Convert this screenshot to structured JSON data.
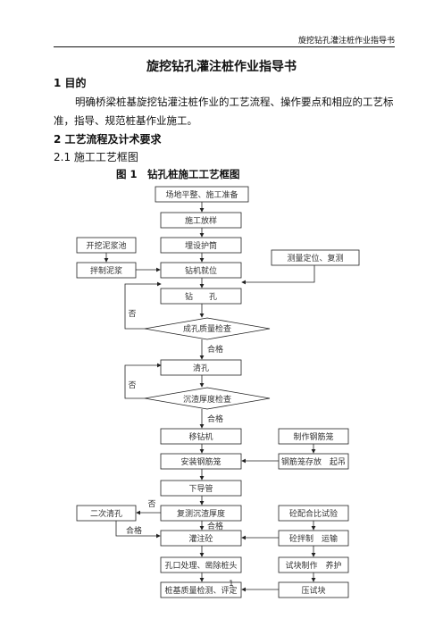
{
  "header": {
    "running_title": "旋挖钻孔灌注桩作业指导书"
  },
  "doc": {
    "title": "旋挖钻孔灌注桩作业指导书",
    "sec1_heading": "1 目的",
    "sec1_body": "明确桥梁桩基旋挖钻灌注桩作业的工艺流程、操作要点和相应的工艺标准，指导、规范桩基作业施工。",
    "sec2_heading": "2 工艺流程及计术要求",
    "sec21_heading": "2.1 施工工艺框图",
    "figure_caption": "图 1　钻孔桩施工工艺框图"
  },
  "flow": {
    "site_prep": "场地平整、施工准备",
    "layout": "施工放样",
    "casing": "埋设护筒",
    "mud_pit": "开挖泥浆池",
    "mix_mud": "拌制泥浆",
    "rig_position": "钻机就位",
    "survey": "测量定位、复测",
    "drill": "钻　　孔",
    "no1": "否",
    "hole_check": "成孔质量检查",
    "ok1": "合格",
    "clean": "清孔",
    "no2": "否",
    "sediment_check": "沉渣厚度检查",
    "ok2": "合格",
    "remove_rig": "移钻机",
    "make_cage": "制作钢筋笼",
    "install_cage": "安装钢筋笼",
    "cage_store": "钢筋笼存放　起吊",
    "tremie": "下导管",
    "no3": "否",
    "second_clean": "二次清孔",
    "ok3": "合格",
    "sed_check2": "复测沉渣厚度",
    "ok4": "合格",
    "mix_design": "砼配合比试验",
    "concrete": "灌注砼",
    "mixing": "砼拌制　运输",
    "head_treat": "孔口处理、凿除桩头",
    "specimen": "试块制作　养护",
    "pile_test": "桩基质量检测、评定",
    "page_no": "1",
    "cube_test": "压试块"
  }
}
